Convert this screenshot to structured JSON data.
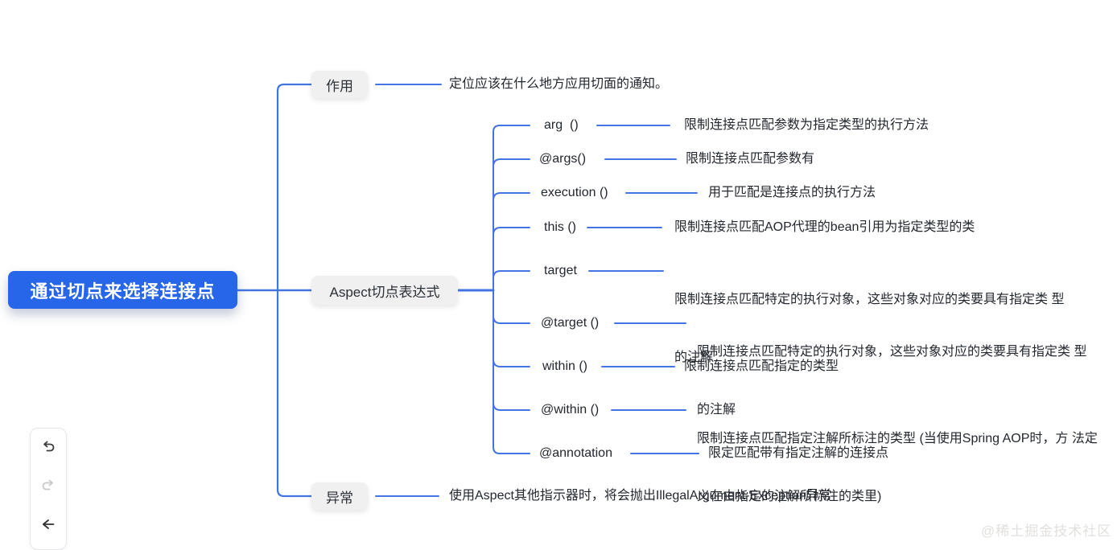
{
  "root": {
    "label": "通过切点来选择连接点"
  },
  "branches": [
    {
      "label": "作用",
      "desc": [
        "定位应该在什么地方应用切面的通知。"
      ]
    },
    {
      "label": "Aspect切点表达式",
      "children": [
        {
          "label": "arg  ()",
          "desc": [
            "限制连接点匹配参数为指定类型的执行方法"
          ]
        },
        {
          "label": "@args()",
          "desc": [
            "限制连接点匹配参数有"
          ]
        },
        {
          "label": "execution ()",
          "desc": [
            "用于匹配是连接点的执行方法"
          ]
        },
        {
          "label": "this ()",
          "desc": [
            "限制连接点匹配AOP代理的bean引用为指定类型的类"
          ]
        },
        {
          "label": "target",
          "desc": [
            "限制连接点匹配特定的执行对象，这些对象对应的类要具有指定类 型",
            "的注解"
          ]
        },
        {
          "label": "@target ()",
          "desc": [
            "限制连接点匹配特定的执行对象，这些对象对应的类要具有指定类 型",
            "的注解"
          ]
        },
        {
          "label": "within ()",
          "desc": [
            "限制连接点匹配指定的类型"
          ]
        },
        {
          "label": "@within ()",
          "desc": [
            "限制连接点匹配指定注解所标注的类型 (当使用Spring AOP时，方 法定",
            "义在由指定的注解所标注的类里)"
          ]
        },
        {
          "label": "@annotation",
          "desc": [
            "限定匹配带有指定注解的连接点"
          ]
        }
      ]
    },
    {
      "label": "异常",
      "desc": [
        "使用Aspect其他指示器时，将会抛出IllegalArgument-Exception异常"
      ]
    }
  ],
  "toolbar": {
    "icons": [
      "undo-icon",
      "redo-icon",
      "back-icon"
    ]
  },
  "watermark": "@稀土掘金技术社区",
  "colors": {
    "root_bg": "#2765e9",
    "root_text": "#ffffff",
    "branch_bg": "#f0f0f1",
    "connector": "#4375e2",
    "text": "#23272e",
    "redo_disabled": "#c9c9c9",
    "watermark": "#e2e0dd"
  }
}
